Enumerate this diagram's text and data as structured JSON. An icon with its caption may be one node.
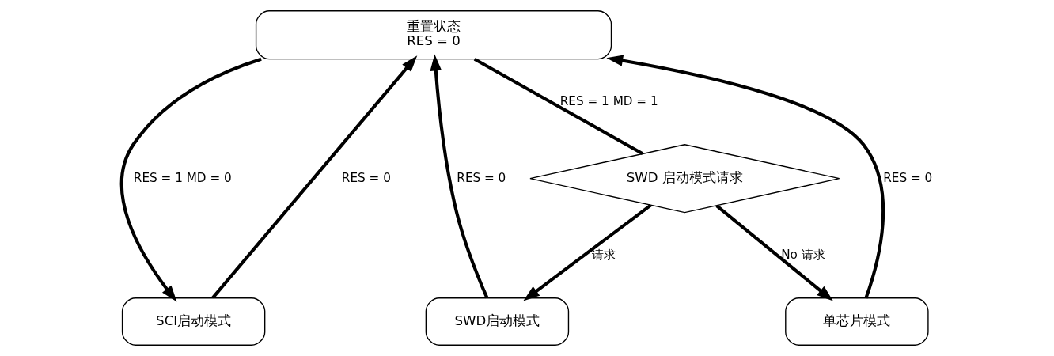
{
  "diagram": {
    "nodes": [
      {
        "text": [
          "重置状态",
          "RES = 0"
        ]
      },
      {
        "text": [
          "SCI启动模式"
        ]
      },
      {
        "text": [
          "SWD启动模式"
        ]
      },
      {
        "text": [
          "单芯片模式"
        ]
      },
      {
        "text": [
          "SWD 启动模式请求"
        ]
      }
    ],
    "edges": [
      {
        "from": 0,
        "to": 1,
        "arrow": "to",
        "label": "RES = 1 MD = 0"
      },
      {
        "from": 1,
        "to": 0,
        "arrow": "to",
        "label": "RES = 0"
      },
      {
        "from": 2,
        "to": 0,
        "arrow": "to",
        "label": "RES = 0"
      },
      {
        "from": 0,
        "to": 4,
        "arrow": "none",
        "label": "RES = 1 MD = 1"
      },
      {
        "from": 4,
        "to": 2,
        "arrow": "to",
        "label": "请求"
      },
      {
        "from": 4,
        "to": 3,
        "arrow": "to",
        "label": "No 请求"
      },
      {
        "from": 3,
        "to": 0,
        "arrow": "to",
        "label": "RES = 0"
      }
    ]
  }
}
